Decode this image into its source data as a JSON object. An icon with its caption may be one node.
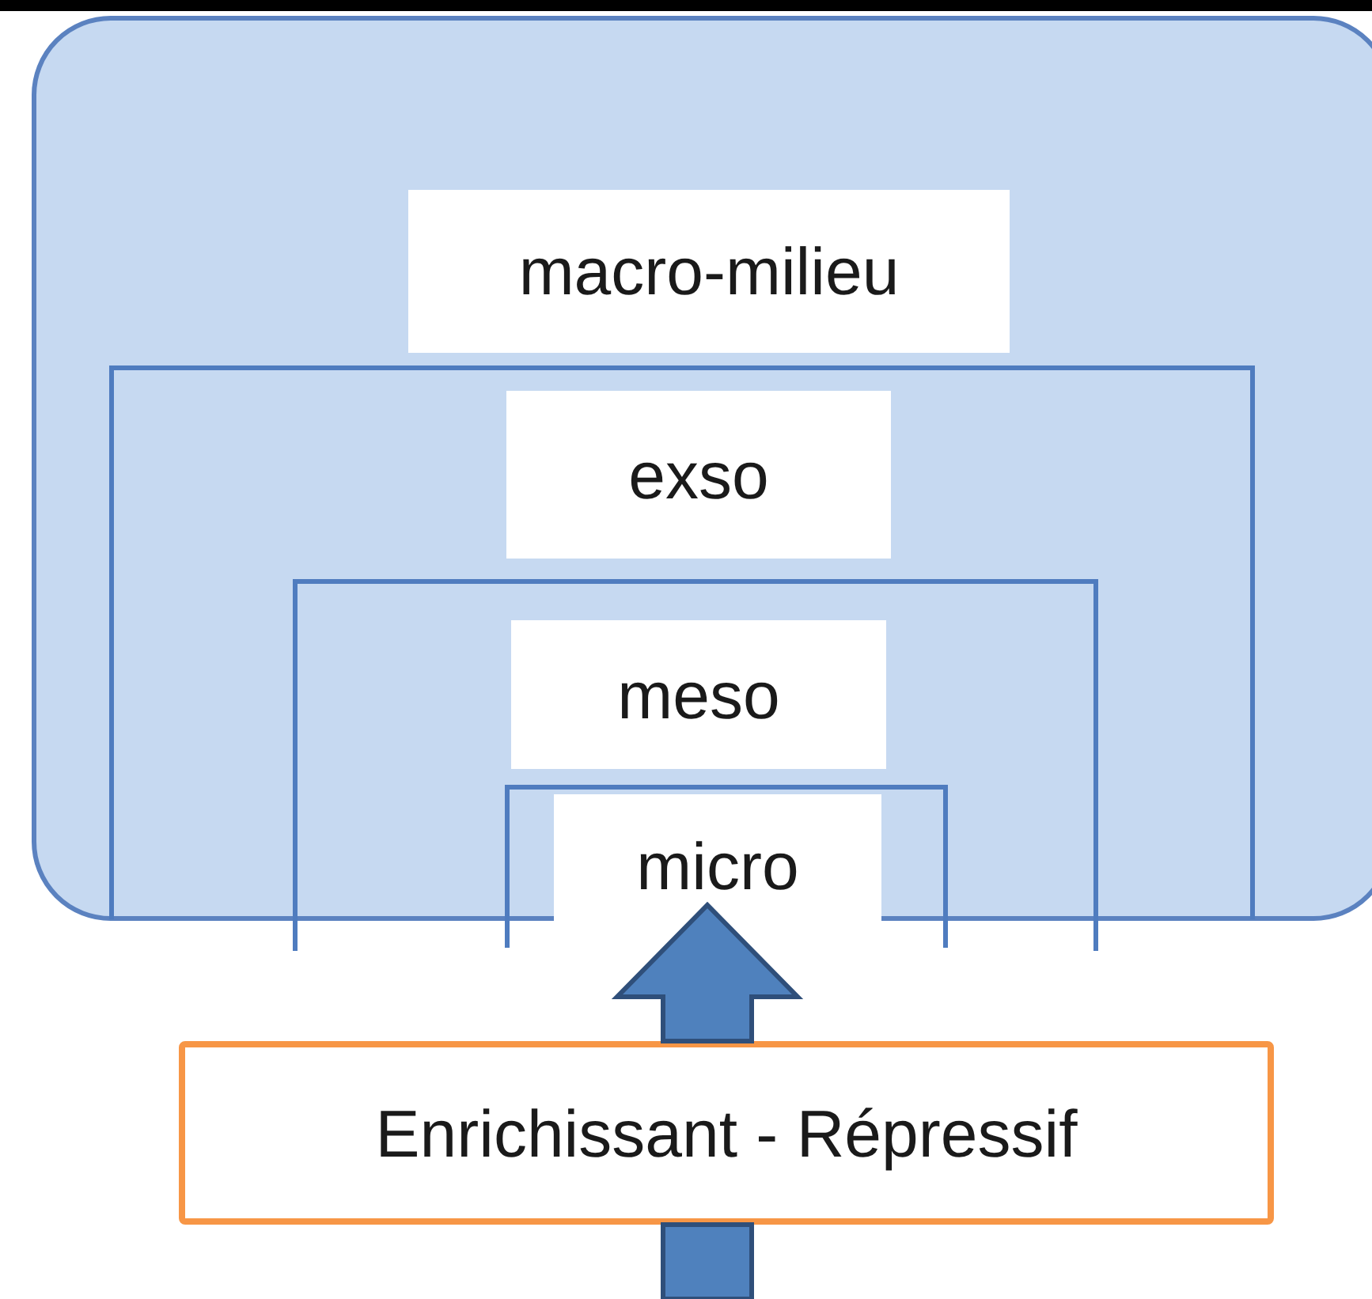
{
  "diagram": {
    "nodes": [
      {
        "text": [
          "macro-milieu"
        ]
      },
      {
        "text": [
          "exso"
        ],
        "in": 0
      },
      {
        "text": [
          "meso"
        ],
        "in": 1
      },
      {
        "text": [
          "micro"
        ],
        "in": 2
      },
      {
        "text": [
          "Enrichissant - Répressif"
        ]
      }
    ],
    "edges": [
      {
        "from": 4,
        "to": 3,
        "arrow": "to"
      },
      {
        "from": null,
        "to": 4,
        "arrow": "none"
      }
    ]
  }
}
